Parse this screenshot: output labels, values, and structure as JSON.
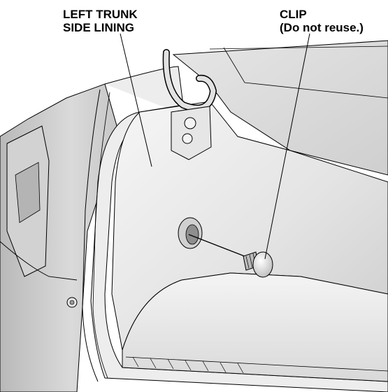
{
  "labels": {
    "trunk_lining": {
      "line1": "LEFT TRUNK",
      "line2": "SIDE LINING"
    },
    "clip": {
      "line1": "CLIP",
      "line2": "(Do not reuse.)"
    }
  },
  "colors": {
    "background": "#ffffff",
    "line": "#000000",
    "panel_light": "#f3f3f3",
    "panel_mid": "#d6d6d6",
    "panel_dark": "#9c9c9c"
  }
}
